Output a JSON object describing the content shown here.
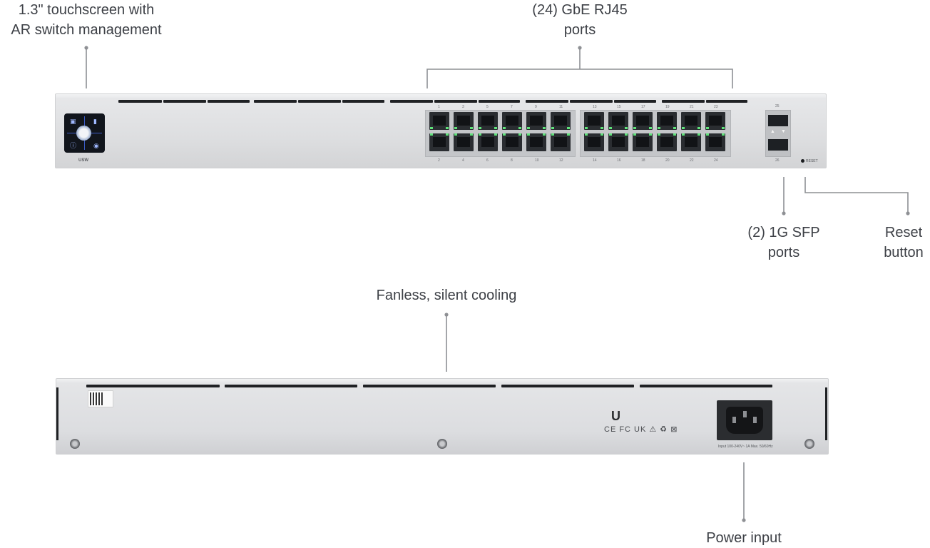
{
  "callouts": {
    "touchscreen": [
      "1.3\" touchscreen with",
      "AR switch management"
    ],
    "rj45": [
      "(24) GbE RJ45",
      "ports"
    ],
    "sfp": [
      "(2) 1G SFP",
      "ports"
    ],
    "reset": [
      "Reset",
      "button"
    ],
    "cooling": [
      "Fanless, silent cooling"
    ],
    "power": [
      "Power input"
    ]
  },
  "front_panel": {
    "model_label": "USW",
    "reset_label": "RESET",
    "port_numbers_top": [
      "1",
      "3",
      "5",
      "7",
      "9",
      "11",
      "13",
      "15",
      "17",
      "19",
      "21",
      "23"
    ],
    "port_numbers_bottom": [
      "2",
      "4",
      "6",
      "8",
      "10",
      "12",
      "14",
      "16",
      "18",
      "20",
      "22",
      "24"
    ],
    "sfp_numbers": [
      "25",
      "26"
    ]
  },
  "rear_panel": {
    "logo": "U",
    "certifications": "CE FC UK ⚠ ♻ ⊠",
    "power_rating": "Input 100-240V~ 1A Max. 50/60Hz"
  },
  "colors": {
    "text": "#3d4046",
    "leader_line": "#8e9094",
    "chassis": "#dddee0",
    "port_led": "#5fe37a",
    "vent": "#1f2124"
  }
}
